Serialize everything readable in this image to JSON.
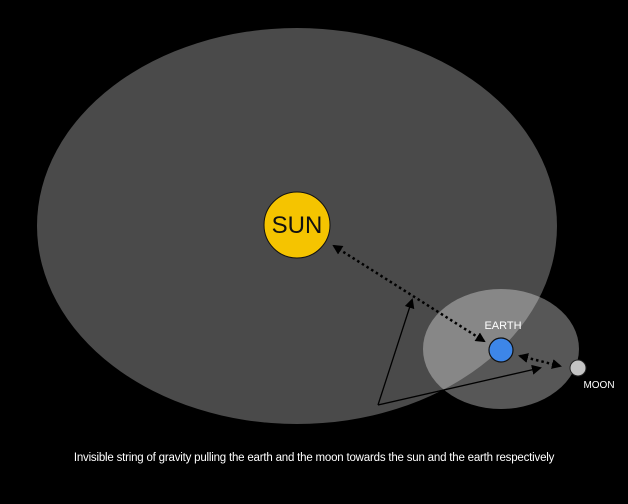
{
  "labels": {
    "sun": "SUN",
    "earth": "EARTH",
    "moon": "MOON"
  },
  "caption": "Invisible string of gravity pulling the earth and the moon towards the sun and the earth respectively",
  "colors": {
    "background": "#000000",
    "earth_orbit": "#4a4a4a",
    "moon_orbit": "#8a8a8a",
    "sun": "#f5c400",
    "earth": "#3d86e8",
    "moon": "#c4c4c4",
    "arrow": "#000000",
    "text": "#ffffff"
  }
}
